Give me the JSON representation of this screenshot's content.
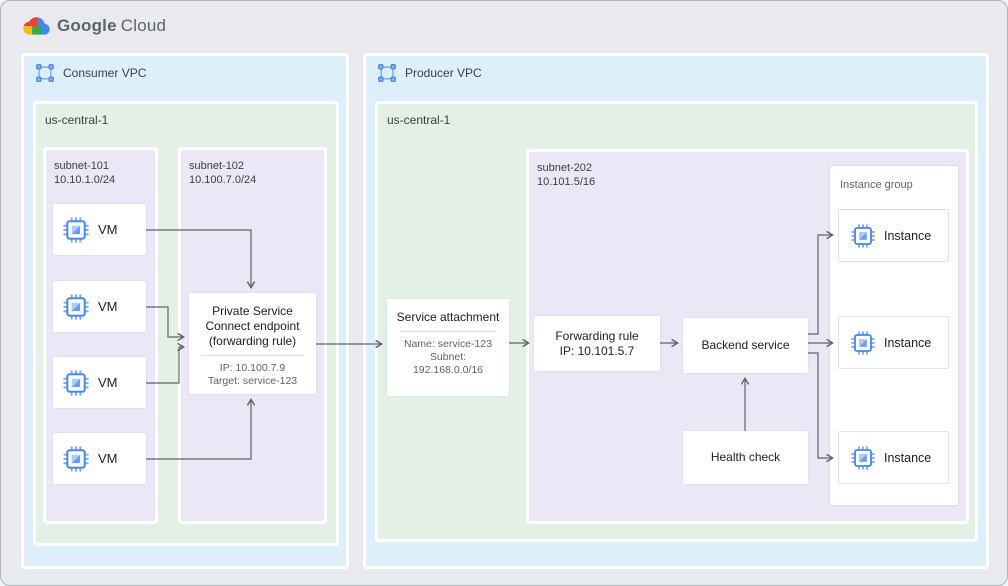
{
  "logo": {
    "google": "Google",
    "cloud": "Cloud"
  },
  "colors": {
    "background": "#e8eaed",
    "vpc_blue": "#ddeffa",
    "region_green": "#e2f0e5",
    "subnet_purple": "#ece7f6",
    "node_white": "#ffffff",
    "arrow": "#5f6368",
    "text_dark": "#202124",
    "text_gray": "#5f6368",
    "icon_blue": "#4285f4",
    "icon_blue_light": "#aecbfa",
    "logo_red": "#ea4335",
    "logo_blue": "#4285f4",
    "logo_green": "#34a853",
    "logo_yellow": "#fbbc05"
  },
  "consumer_vpc": {
    "label": "Consumer VPC",
    "region": "us-central-1",
    "subnet_101": {
      "name": "subnet-101",
      "cidr": "10.10.1.0/24"
    },
    "subnet_102": {
      "name": "subnet-102",
      "cidr": "10.100.7.0/24"
    },
    "vms": [
      {
        "label": "VM"
      },
      {
        "label": "VM"
      },
      {
        "label": "VM"
      },
      {
        "label": "VM"
      }
    ],
    "psc_endpoint": {
      "title": "Private Service Connect endpoint (forwarding rule)",
      "ip": "IP: 10.100.7.9",
      "target": "Target: service-123"
    }
  },
  "producer_vpc": {
    "label": "Producer VPC",
    "region": "us-central-1",
    "service_attachment": {
      "title": "Service attachment",
      "name": "Name: service-123",
      "subnet_label": "Subnet:",
      "subnet_cidr": "192.168.0.0/16"
    },
    "subnet_202": {
      "name": "subnet-202",
      "cidr": "10.101.5/16"
    },
    "forwarding_rule": {
      "title": "Forwarding rule",
      "ip": "IP: 10.101.5.7"
    },
    "backend_service": {
      "label": "Backend service"
    },
    "health_check": {
      "label": "Health check"
    },
    "instance_group": {
      "label": "Instance group",
      "instances": [
        {
          "label": "Instance"
        },
        {
          "label": "Instance"
        },
        {
          "label": "Instance"
        }
      ]
    }
  }
}
